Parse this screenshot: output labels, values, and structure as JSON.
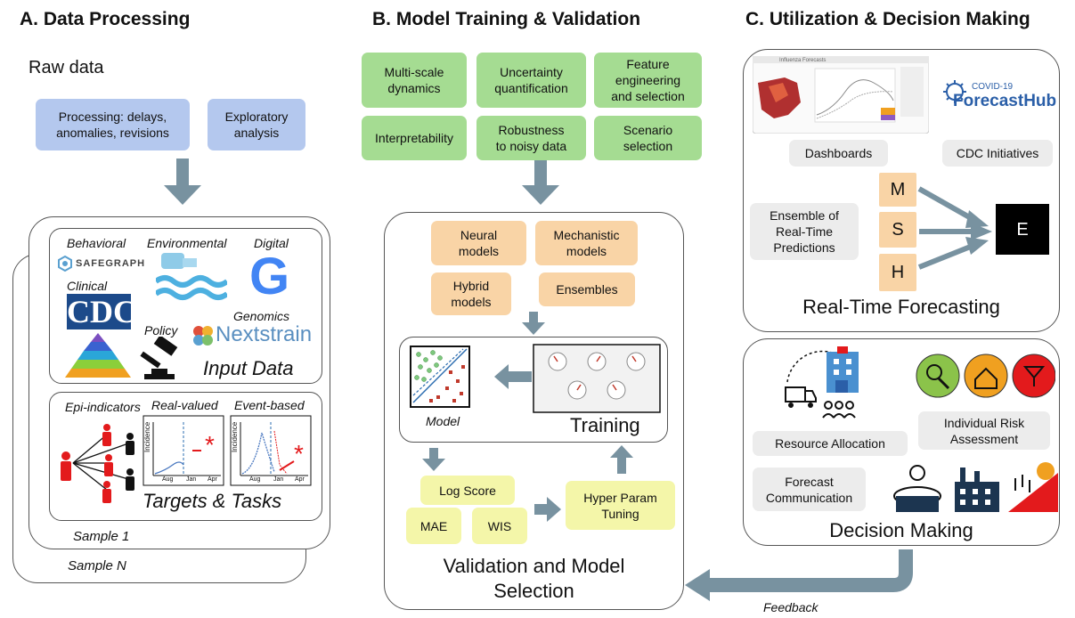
{
  "headings": {
    "a": "A. Data Processing",
    "b": "B. Model Training & Validation",
    "c": "C. Utilization & Decision Making"
  },
  "panel_a": {
    "raw_data": "Raw data",
    "processing": "Processing: delays,\nanomalies, revisions",
    "exploratory": "Exploratory\nanalysis",
    "behavioral": "Behavioral",
    "environmental": "Environmental",
    "digital": "Digital",
    "clinical": "Clinical",
    "policy": "Policy",
    "genomics": "Genomics",
    "safegraph": "SAFEGRAPH",
    "cdc": "CDC",
    "google": "G",
    "nextstrain": "Nextstrain",
    "input_data": "Input Data",
    "epi_indicators": "Epi-indicators",
    "real_valued": "Real-valued",
    "event_based": "Event-based",
    "incidence": "Incidence",
    "ticks": [
      "Aug",
      "Jan",
      "Apr"
    ],
    "targets": "Targets & Tasks",
    "sample1": "Sample 1",
    "sampleN": "Sample N"
  },
  "panel_b": {
    "features": [
      "Multi-scale\ndynamics",
      "Uncertainty\nquantification",
      "Feature\nengineering\nand selection",
      "Interpretability",
      "Robustness\nto noisy data",
      "Scenario\nselection"
    ],
    "neural": "Neural\nmodels",
    "mechanistic": "Mechanistic\nmodels",
    "hybrid": "Hybrid\nmodels",
    "ensembles": "Ensembles",
    "model": "Model",
    "training": "Training",
    "log_score": "Log Score",
    "mae": "MAE",
    "wis": "WIS",
    "hyper": "Hyper Param\nTuning",
    "validation": "Validation and Model\nSelection"
  },
  "panel_c": {
    "dashboard_title": "Influenza Forecasts",
    "covid_small": "COVID-19",
    "forecasthub": "ForecastHub",
    "dashboards": "Dashboards",
    "cdc_initiatives": "CDC Initiatives",
    "ensemble": "Ensemble of\nReal-Time\nPredictions",
    "m": "M",
    "s": "S",
    "h": "H",
    "e": "E",
    "rtf": "Real-Time Forecasting",
    "resource": "Resource Allocation",
    "risk": "Individual Risk\nAssessment",
    "forecast_comm": "Forecast\nCommunication",
    "decision": "Decision Making"
  },
  "feedback": "Feedback",
  "colors": {
    "arrow": "#7892a0",
    "blue": "#b4c8ee",
    "green": "#a5dc92",
    "orange": "#f9d4a6",
    "yellow": "#f4f6a9",
    "gray": "#ececec"
  }
}
